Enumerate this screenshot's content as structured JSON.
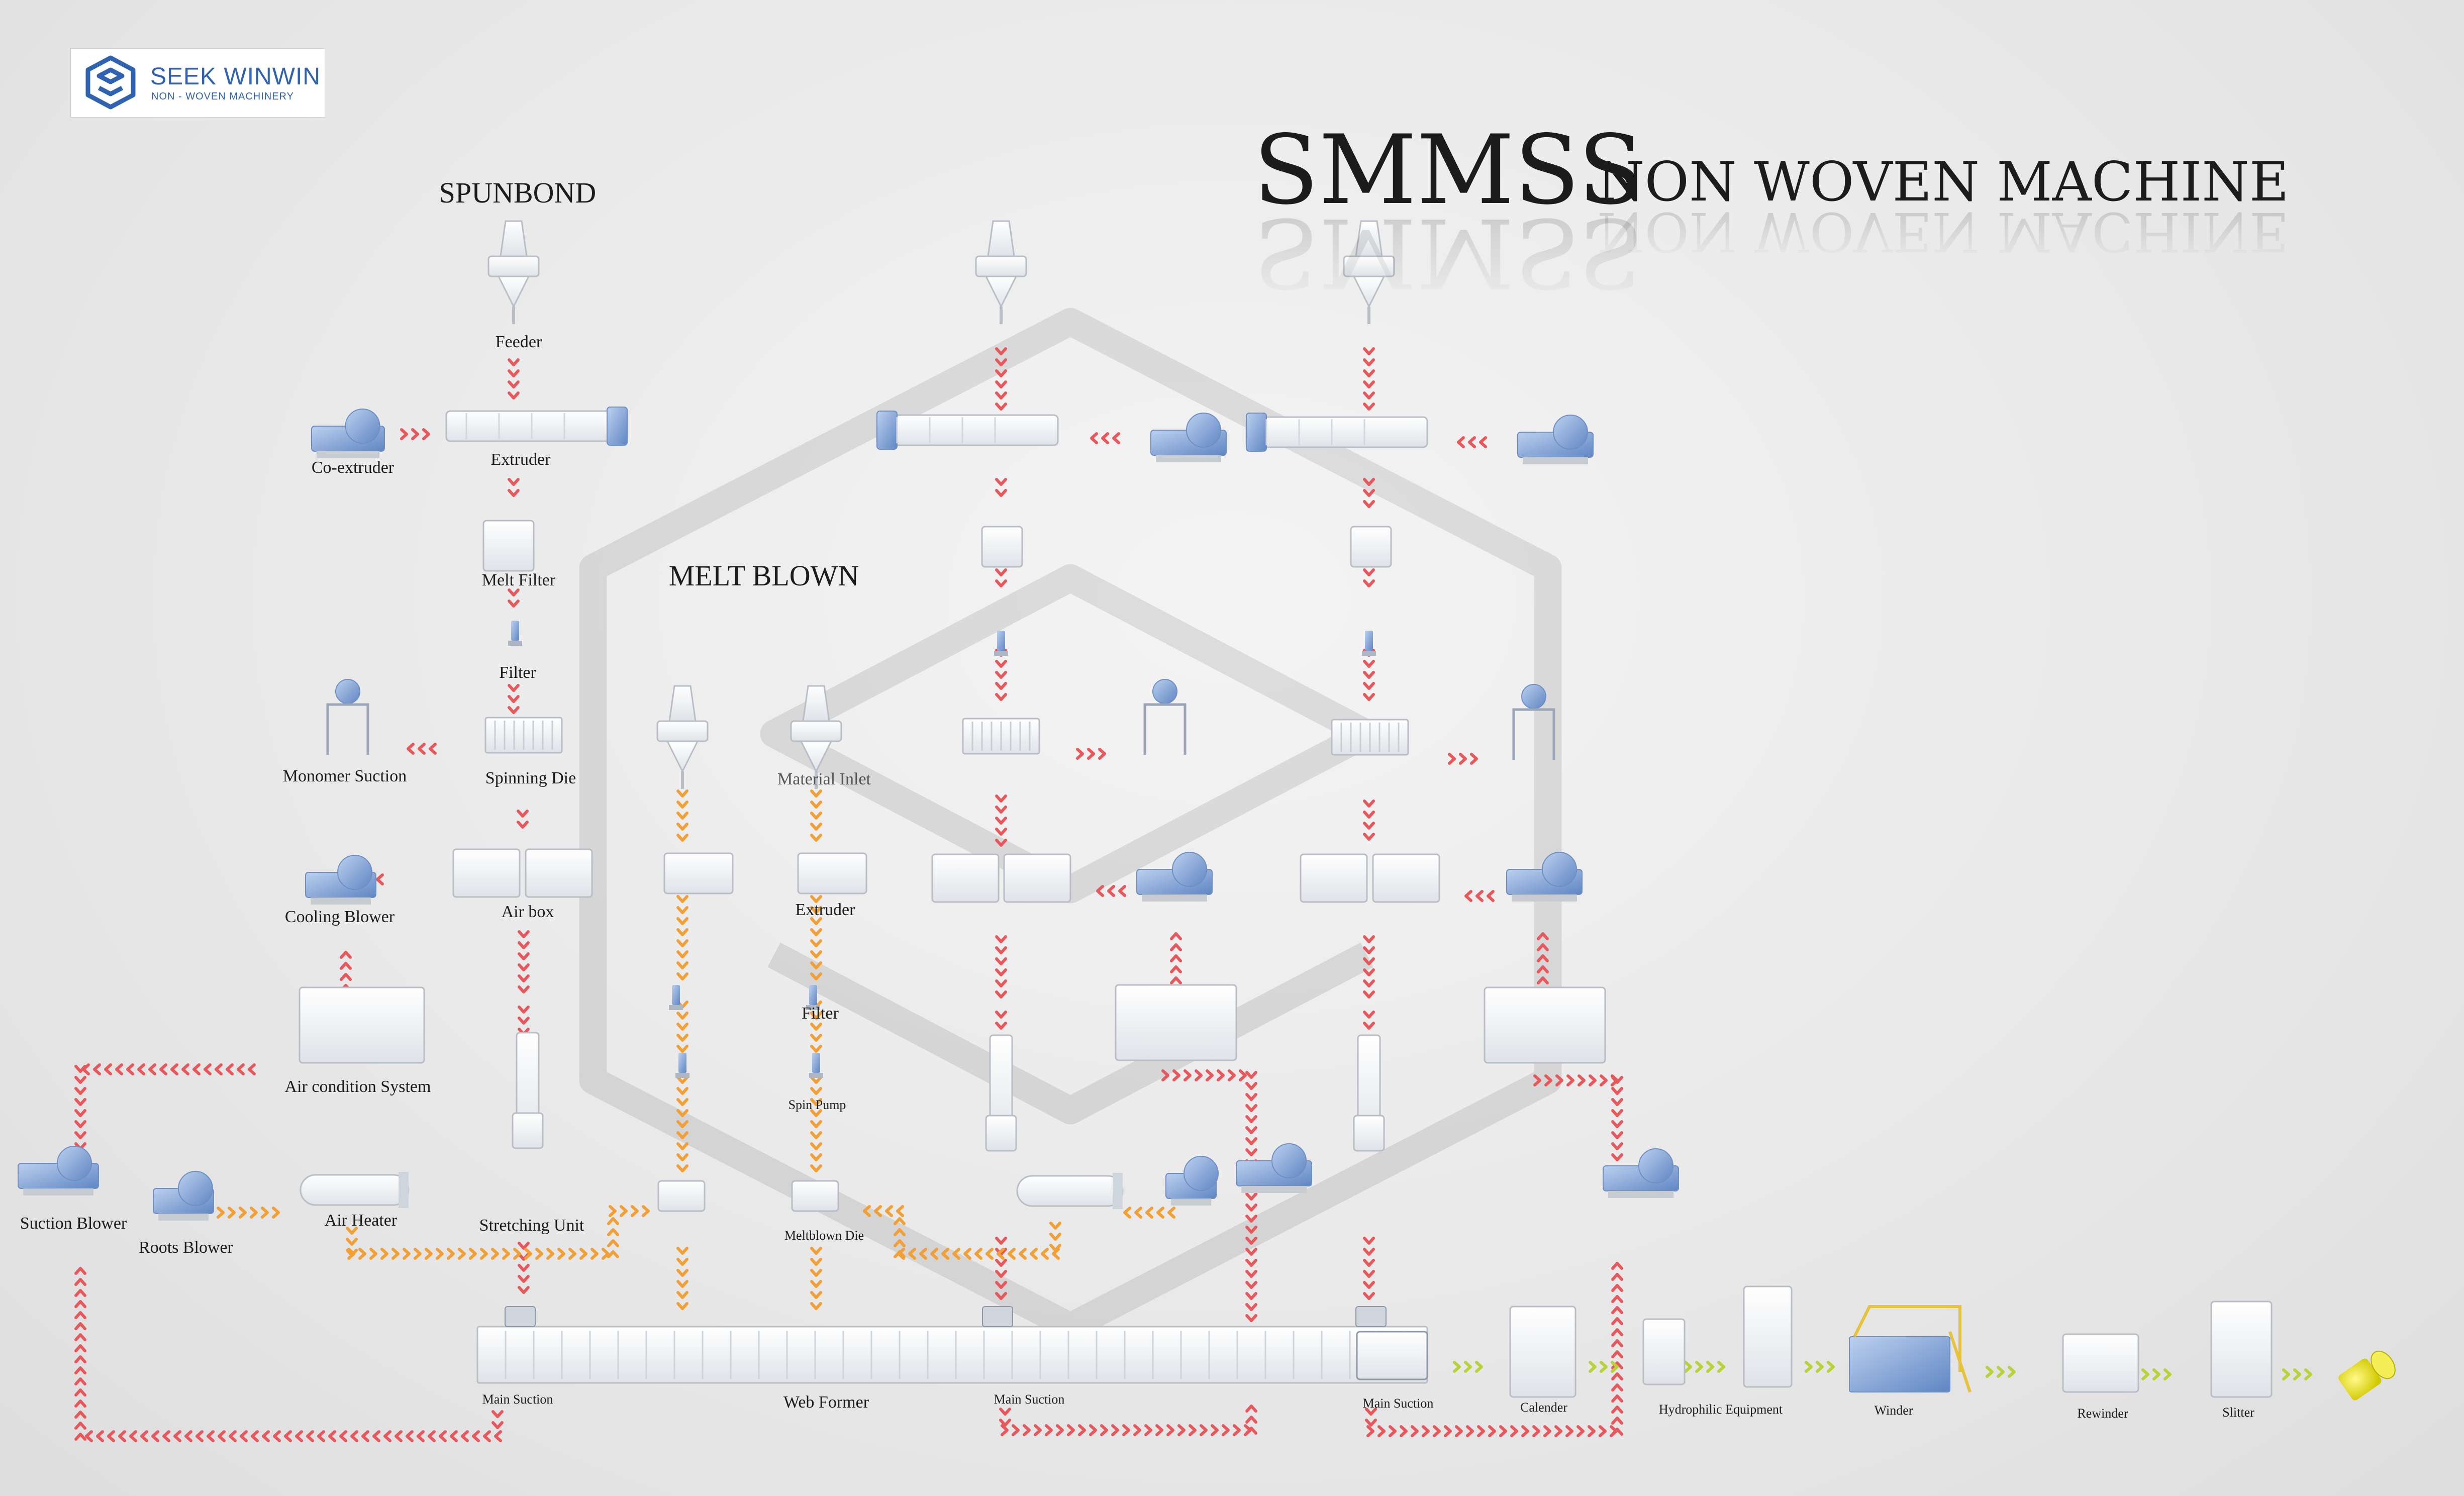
{
  "colors": {
    "background": "#e9e9e9",
    "spunbond_flow": "#e8575c",
    "meltblown_flow": "#f2a035",
    "finishing_flow": "#b8d23a",
    "machine_body": "#f7f8fa",
    "machine_accent": "#7fa2d6",
    "brand_blue": "#2f63b1",
    "roll_yellow": "#e8e21a"
  },
  "logo": {
    "brand": "SEEK WINWIN",
    "tagline": "NON - WOVEN MACHINERY",
    "icon": "cube-logo-icon"
  },
  "title": {
    "main": "SMMSS",
    "sub": "NON WOVEN MACHINE"
  },
  "sections": {
    "spunbond": "SPUNBOND",
    "meltblown": "MELT BLOWN"
  },
  "labels": {
    "feeder": "Feeder",
    "co_extruder": "Co-extruder",
    "extruder": "Extruder",
    "melt_filter": "Melt Filter",
    "filter": "Filter",
    "monomer_suction": "Monomer Suction",
    "spinning_die": "Spinning Die",
    "cooling_blower": "Cooling Blower",
    "air_box": "Air box",
    "air_condition_system": "Air condition System",
    "suction_blower": "Suction Blower",
    "roots_blower": "Roots Blower",
    "air_heater": "Air Heater",
    "stretching_unit": "Stretching Unit",
    "material_inlet": "Material Inlet",
    "mb_extruder": "Extruder",
    "mb_filter": "Filter",
    "spin_pump": "Spin Pump",
    "meltblown_die": "Meltblown Die",
    "web_former": "Web Former",
    "main_suction_1": "Main Suction",
    "main_suction_2": "Main Suction",
    "main_suction_3": "Main Suction",
    "calender": "Calender",
    "hydrophilic_equipment": "Hydrophilic Equipment",
    "winder": "Winder",
    "rewinder": "Rewinder",
    "slitter": "Slitter"
  }
}
